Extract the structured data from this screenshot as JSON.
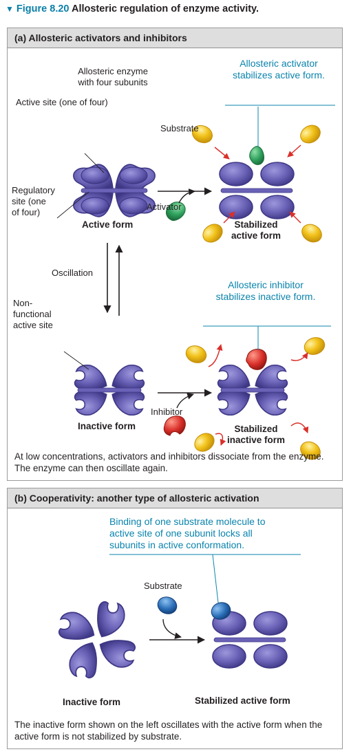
{
  "figure": {
    "marker": "▼",
    "number": "Figure 8.20",
    "title": "Allosteric regulation of enzyme activity."
  },
  "panel_a": {
    "header": "(a) Allosteric activators and inhibitors",
    "allosteric_enzyme": "Allosteric enzyme\nwith four subunits",
    "active_site": "Active site (one of four)",
    "regulatory_site": "Regulatory\nsite (one\nof four)",
    "substrate": "Substrate",
    "activator": "Activator",
    "activator_callout": "Allosteric activator\nstabilizes active form.",
    "active_form": "Active form",
    "stabilized_active": "Stabilized\nactive form",
    "oscillation": "Oscillation",
    "nonfunctional": "Non-\nfunctional\nactive site",
    "inhibitor_callout": "Allosteric inhibitor\nstabilizes inactive form.",
    "inhibitor": "Inhibitor",
    "inactive_form": "Inactive form",
    "stabilized_inactive": "Stabilized\ninactive form",
    "caption": "At low concentrations, activators and inhibitors dissociate from the enzyme. The enzyme can then oscillate again."
  },
  "panel_b": {
    "header": "(b) Cooperativity: another type of allosteric activation",
    "callout": "Binding of one substrate molecule to\nactive site of one subunit locks all\nsubunits in active conformation.",
    "substrate": "Substrate",
    "inactive_form": "Inactive form",
    "stabilized_active": "Stabilized active form",
    "caption": "The inactive form shown on the left oscillates with the active form when the active form is not stabilized by substrate."
  },
  "colors": {
    "enzyme": "#6a62b6",
    "enzyme_dark": "#3e3785",
    "substrate": "#f2c21a",
    "activator": "#2fa05d",
    "inhibitor": "#d9302a",
    "substrate_b": "#2b6fb8",
    "callout": "#0a83ac",
    "arrow_red": "#d9302a"
  }
}
